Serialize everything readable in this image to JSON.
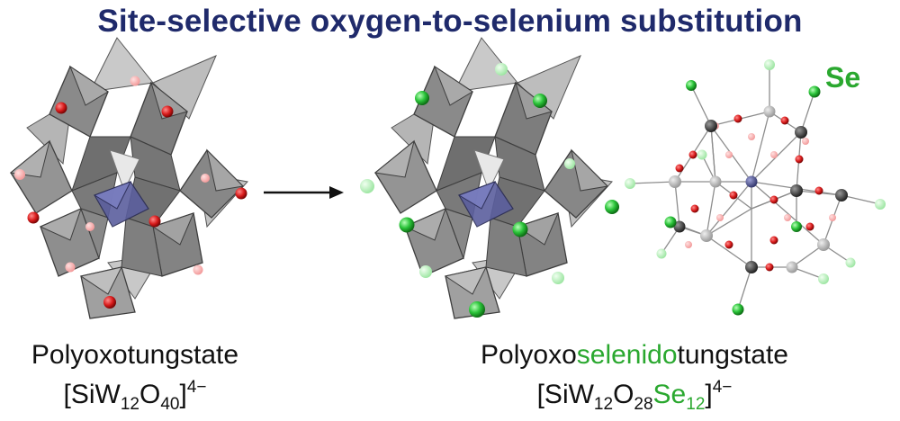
{
  "title": "Site-selective oxygen-to-selenium substitution",
  "se_label": "Se",
  "left": {
    "name": "Polyoxotungstate",
    "formula": {
      "open": "[SiW",
      "w_sub": "12",
      "o_text": "O",
      "o_sub": "40",
      "close": "]",
      "charge": "4−"
    }
  },
  "right": {
    "name_prefix": "Polyoxo",
    "name_highlight": "selenido",
    "name_suffix": "tungstate",
    "formula": {
      "open": "[SiW",
      "w_sub": "12",
      "o_text": "O",
      "o_sub": "28",
      "se_text": "Se",
      "se_sub": "12",
      "close": "]",
      "charge": "4−"
    }
  },
  "colors": {
    "title": "#1f2a6b",
    "oxygen": "#d81b1b",
    "selenium": "#2bc43a",
    "tungsten": "#3a3a3a",
    "silicon": "#4b4f8a",
    "polyhedra": "#8c8c8c"
  },
  "icons": {
    "arrow": "right-arrow-icon"
  }
}
